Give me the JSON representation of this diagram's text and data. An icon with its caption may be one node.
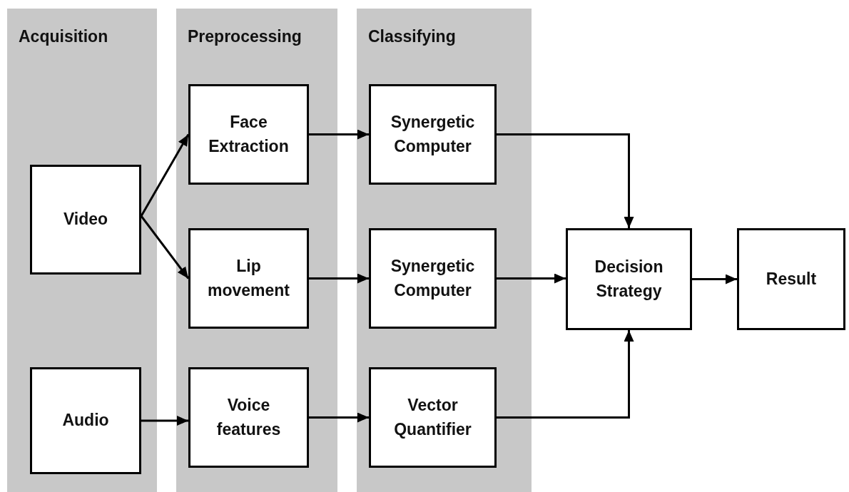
{
  "diagram": {
    "nodes": [
      {
        "text": [
          "Acquisition"
        ]
      },
      {
        "text": [
          "Video"
        ],
        "in": 0
      },
      {
        "text": [
          "Audio"
        ],
        "in": 0
      },
      {
        "text": [
          "Preprocessing"
        ]
      },
      {
        "text": [
          "Face Extraction"
        ],
        "in": 3
      },
      {
        "text": [
          "Lip movement"
        ],
        "in": 3
      },
      {
        "text": [
          "Voice features"
        ],
        "in": 3
      },
      {
        "text": [
          "Classifying"
        ]
      },
      {
        "text": [
          "Synergetic Computer"
        ],
        "in": 7
      },
      {
        "text": [
          "Synergetic Computer"
        ],
        "in": 7
      },
      {
        "text": [
          "Vector Quantifier"
        ],
        "in": 7
      },
      {
        "text": [
          "Decision Strategy"
        ]
      },
      {
        "text": [
          "Result"
        ]
      }
    ],
    "edges": [
      {
        "from": 1,
        "to": 4,
        "arrow": "to"
      },
      {
        "from": 1,
        "to": 5,
        "arrow": "to"
      },
      {
        "from": 2,
        "to": 6,
        "arrow": "to"
      },
      {
        "from": 4,
        "to": 8,
        "arrow": "to"
      },
      {
        "from": 5,
        "to": 9,
        "arrow": "to"
      },
      {
        "from": 6,
        "to": 10,
        "arrow": "to"
      },
      {
        "from": 8,
        "to": 11,
        "arrow": "to"
      },
      {
        "from": 9,
        "to": 11,
        "arrow": "to"
      },
      {
        "from": 10,
        "to": 11,
        "arrow": "to"
      },
      {
        "from": 11,
        "to": 12,
        "arrow": "to"
      }
    ]
  }
}
